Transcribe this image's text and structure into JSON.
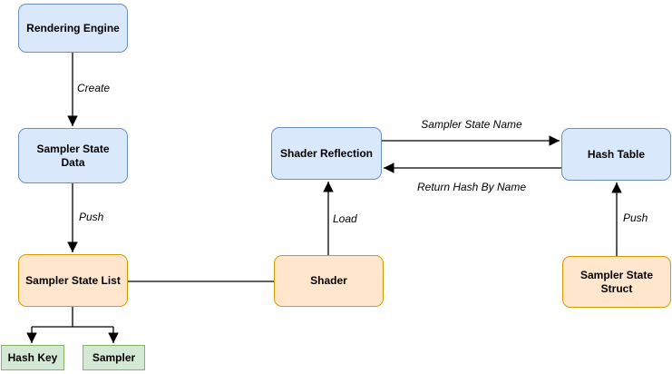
{
  "diagram": {
    "nodes": {
      "rendering_engine": {
        "label": "Rendering Engine",
        "color": "blue"
      },
      "sampler_state_data": {
        "label": "Sampler State\nData",
        "color": "blue"
      },
      "sampler_state_list": {
        "label": "Sampler State List",
        "color": "orange"
      },
      "hash_key": {
        "label": "Hash Key",
        "color": "green"
      },
      "sampler": {
        "label": "Sampler",
        "color": "green"
      },
      "shader_reflection": {
        "label": "Shader Reflection",
        "color": "blue"
      },
      "shader": {
        "label": "Shader",
        "color": "orange"
      },
      "hash_table": {
        "label": "Hash Table",
        "color": "blue"
      },
      "sampler_state_struct": {
        "label": "Sampler State\nStruct",
        "color": "orange"
      }
    },
    "edge_labels": {
      "create": "Create",
      "push_list": "Push",
      "load": "Load",
      "sampler_state_name": "Sampler State Name",
      "return_hash_by_name": "Return Hash By Name",
      "push_struct": "Push"
    },
    "colors": {
      "blue_fill": "#dae8fc",
      "blue_stroke": "#6c8ebf",
      "orange_fill": "#ffe6cc",
      "orange_stroke": "#d79b00",
      "green_fill": "#d5e8d4",
      "green_stroke": "#82b366",
      "line": "#000000"
    }
  }
}
